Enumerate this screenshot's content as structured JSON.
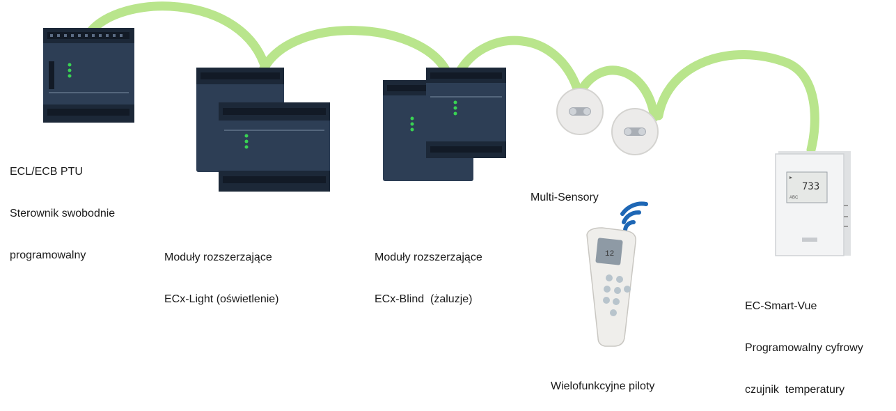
{
  "colors": {
    "cable": "#b9e58c",
    "module_body": "#2d3e55",
    "module_dark": "#1c2838",
    "terminal": "#121a26",
    "led": "#39d353",
    "sensor_body": "#ecebea",
    "remote_body": "#efeeeb",
    "thermostat_body": "#f3f4f5",
    "wifi": "#1e67b5"
  },
  "devices": {
    "controller": {
      "name": "controller-device",
      "lines": [
        "ECL/ECB PTU",
        "Sterownik swobodnie",
        "programowalny"
      ]
    },
    "light_modules": {
      "name": "light-expansion-modules",
      "lines": [
        "Moduły rozszerzające",
        "ECx-Light (oświetlenie)"
      ]
    },
    "blind_modules": {
      "name": "blind-expansion-modules",
      "lines": [
        "Moduły rozszerzające",
        "ECx-Blind  (żaluzje)"
      ]
    },
    "sensors": {
      "name": "multi-sensors",
      "lines": [
        "Multi-Sensory"
      ]
    },
    "remote": {
      "name": "multifunction-remote",
      "lines": [
        "Wielofunkcyjne piloty"
      ],
      "screen_text": "12"
    },
    "thermostat": {
      "name": "smart-vue-thermostat",
      "lines": [
        "EC-Smart-Vue",
        "Programowalny cyfrowy",
        "czujnik  temperatury"
      ],
      "display_value": "733",
      "display_small": "ABC"
    }
  }
}
